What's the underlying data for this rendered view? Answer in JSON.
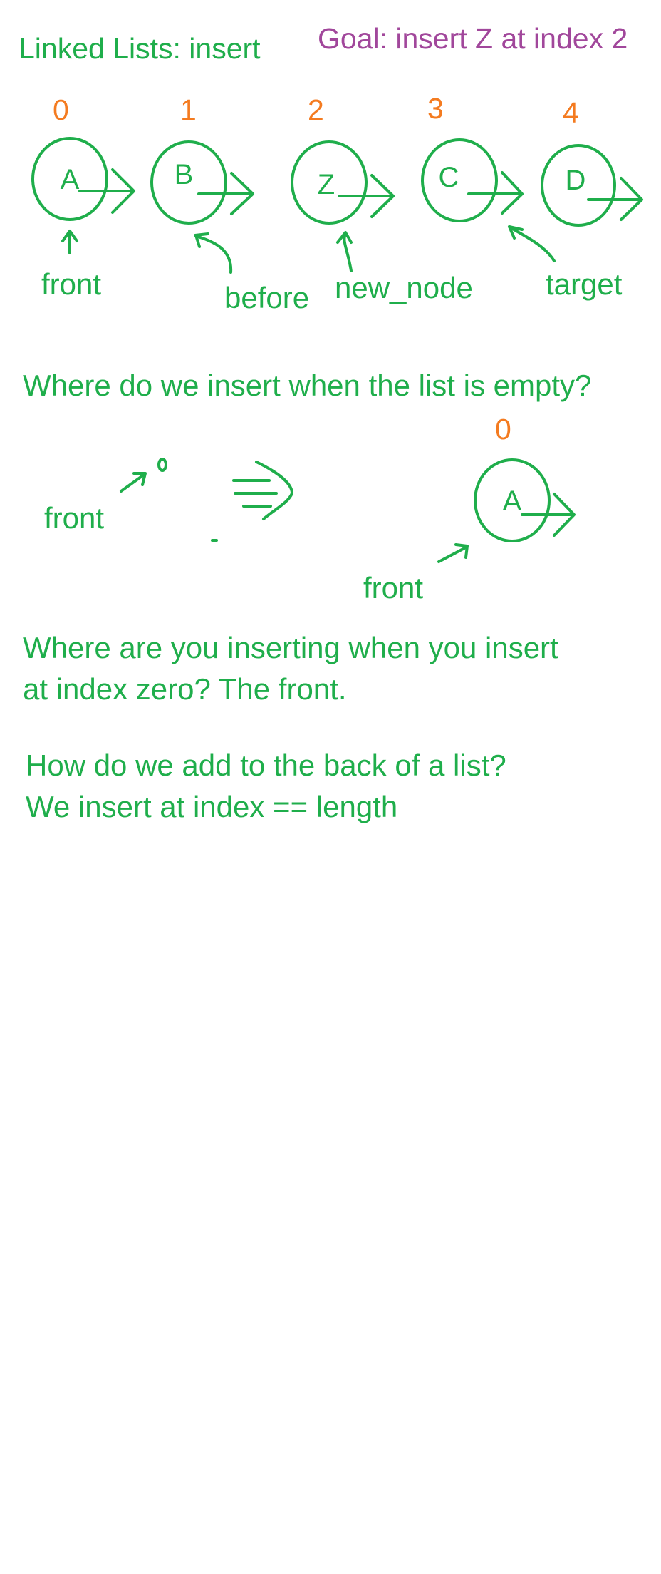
{
  "heading": {
    "title": "Linked Lists: insert",
    "goal": "Goal: insert Z at index 2"
  },
  "list_diagram": {
    "nodes": [
      {
        "index": "0",
        "value": "A"
      },
      {
        "index": "1",
        "value": "B"
      },
      {
        "index": "2",
        "value": "Z"
      },
      {
        "index": "3",
        "value": "C"
      },
      {
        "index": "4",
        "value": "D"
      }
    ],
    "pointers": [
      "front",
      "before",
      "new_node",
      "target"
    ]
  },
  "empty_case": {
    "question": "Where do we insert when the list is empty?",
    "before_label": "front",
    "after_index": "0",
    "after_value": "A",
    "after_label": "front"
  },
  "notes": {
    "index_zero_line1": "Where are you inserting when you insert",
    "index_zero_line2": "at index zero? The front.",
    "back_line1": "How do we add to the back of a list?",
    "back_line2": "We insert at index == length"
  },
  "colors": {
    "ink": "#1fae4b",
    "index": "#f47b20",
    "goal": "#a1479b"
  }
}
